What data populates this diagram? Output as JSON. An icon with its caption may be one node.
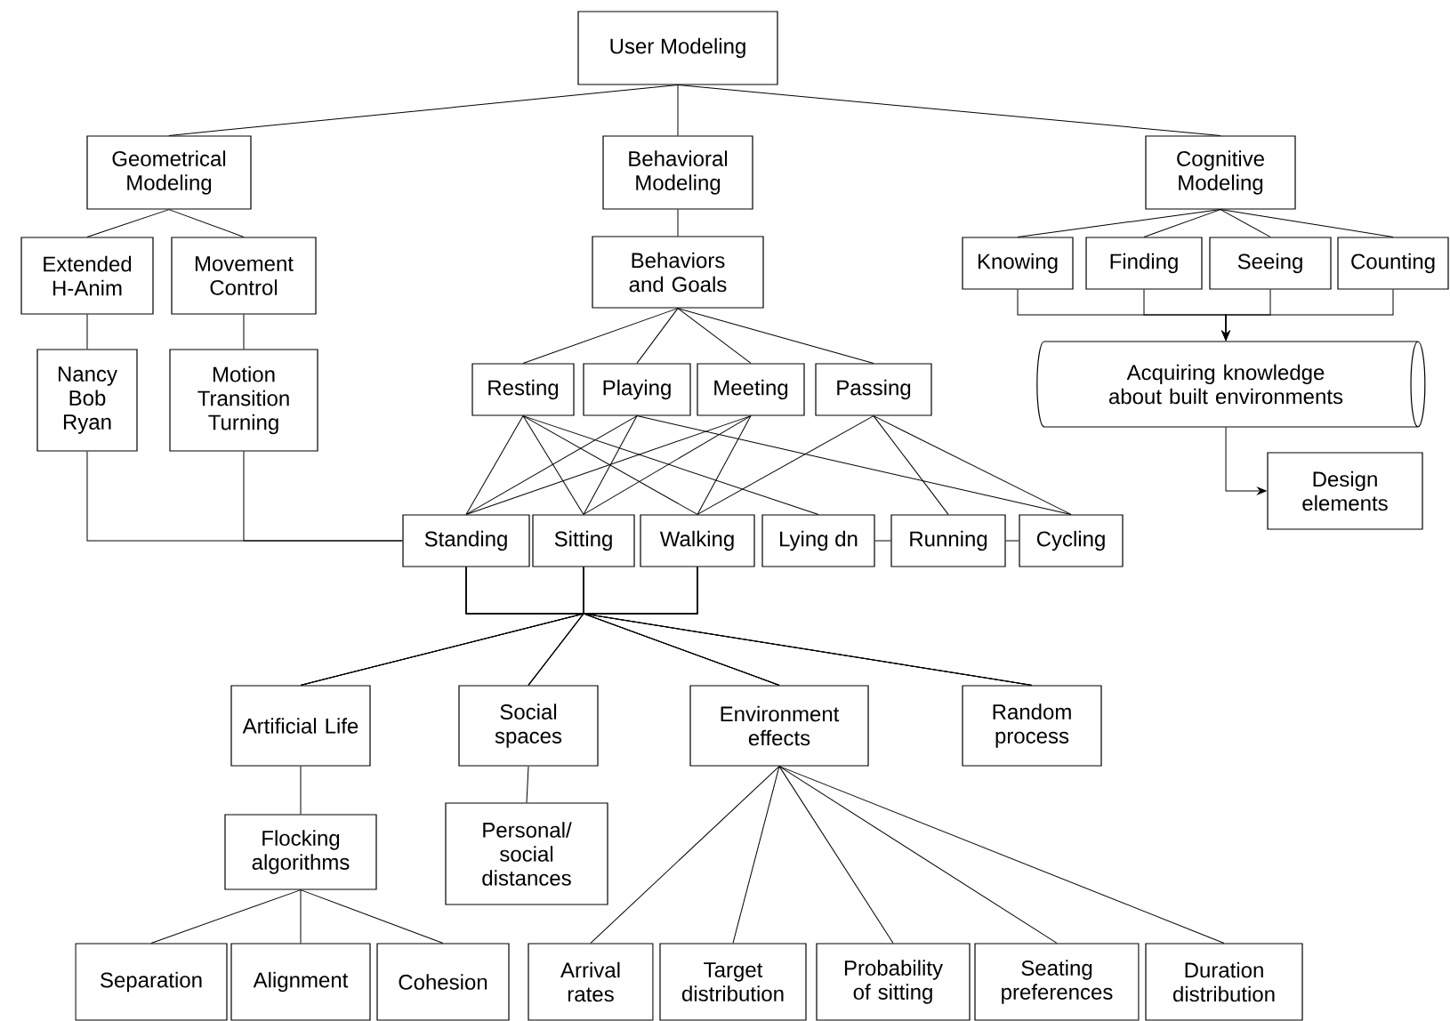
{
  "diagram": {
    "nodes": [
      {
        "text": [
          "User Modeling"
        ]
      },
      {
        "text": [
          "Geometrical Modeling"
        ]
      },
      {
        "text": [
          "Behavioral Modeling"
        ]
      },
      {
        "text": [
          "Cognitive Modeling"
        ]
      },
      {
        "text": [
          "Extended H-Anim"
        ]
      },
      {
        "text": [
          "Movement Control"
        ]
      },
      {
        "text": [
          "Nancy Bob Ryan"
        ]
      },
      {
        "text": [
          "Motion Transition Turning"
        ]
      },
      {
        "text": [
          "Behaviors and Goals"
        ]
      },
      {
        "text": [
          "Knowing"
        ]
      },
      {
        "text": [
          "Finding"
        ]
      },
      {
        "text": [
          "Seeing"
        ]
      },
      {
        "text": [
          "Counting"
        ]
      },
      {
        "text": [
          "Acquiring knowledge about built environments"
        ]
      },
      {
        "text": [
          "Design elements"
        ]
      },
      {
        "text": [
          "Resting"
        ]
      },
      {
        "text": [
          "Playing"
        ]
      },
      {
        "text": [
          "Meeting"
        ]
      },
      {
        "text": [
          "Passing"
        ]
      },
      {
        "text": [
          "Standing"
        ]
      },
      {
        "text": [
          "Sitting"
        ]
      },
      {
        "text": [
          "Walking"
        ]
      },
      {
        "text": [
          "Lying dn"
        ]
      },
      {
        "text": [
          "Running"
        ]
      },
      {
        "text": [
          "Cycling"
        ]
      },
      {
        "text": [
          "Artificial Life"
        ]
      },
      {
        "text": [
          "Social spaces"
        ]
      },
      {
        "text": [
          "Environment effects"
        ]
      },
      {
        "text": [
          "Random process"
        ]
      },
      {
        "text": [
          "Flocking algorithms"
        ]
      },
      {
        "text": [
          "Personal/ social distances"
        ]
      },
      {
        "text": [
          "Separation"
        ]
      },
      {
        "text": [
          "Alignment"
        ]
      },
      {
        "text": [
          "Cohesion"
        ]
      },
      {
        "text": [
          "Arrival rates"
        ]
      },
      {
        "text": [
          "Target distribution"
        ]
      },
      {
        "text": [
          "Probability of sitting"
        ]
      },
      {
        "text": [
          "Seating preferences"
        ]
      },
      {
        "text": [
          "Duration distribution"
        ]
      }
    ],
    "edges": [
      {
        "from": 0,
        "to": 1,
        "arrow": "none"
      },
      {
        "from": 0,
        "to": 2,
        "arrow": "none"
      },
      {
        "from": 0,
        "to": 3,
        "arrow": "none"
      },
      {
        "from": 1,
        "to": 4,
        "arrow": "none"
      },
      {
        "from": 1,
        "to": 5,
        "arrow": "none"
      },
      {
        "from": 2,
        "to": 8,
        "arrow": "none"
      },
      {
        "from": 3,
        "to": 9,
        "arrow": "none"
      },
      {
        "from": 3,
        "to": 10,
        "arrow": "none"
      },
      {
        "from": 3,
        "to": 11,
        "arrow": "none"
      },
      {
        "from": 3,
        "to": 12,
        "arrow": "none"
      },
      {
        "from": 4,
        "to": 6,
        "arrow": "none"
      },
      {
        "from": 5,
        "to": 7,
        "arrow": "none"
      },
      {
        "from": 8,
        "to": 15,
        "arrow": "none"
      },
      {
        "from": 8,
        "to": 16,
        "arrow": "none"
      },
      {
        "from": 8,
        "to": 17,
        "arrow": "none"
      },
      {
        "from": 8,
        "to": 18,
        "arrow": "none"
      },
      {
        "from": 9,
        "to": 13,
        "arrow": "to"
      },
      {
        "from": 10,
        "to": 13,
        "arrow": "to"
      },
      {
        "from": 11,
        "to": 13,
        "arrow": "to"
      },
      {
        "from": 12,
        "to": 13,
        "arrow": "to"
      },
      {
        "from": 13,
        "to": 14,
        "arrow": "to"
      },
      {
        "from": 6,
        "to": 19,
        "arrow": "none"
      },
      {
        "from": 7,
        "to": 19,
        "arrow": "none"
      },
      {
        "from": 15,
        "to": 19,
        "arrow": "none"
      },
      {
        "from": 15,
        "to": 20,
        "arrow": "none"
      },
      {
        "from": 15,
        "to": 21,
        "arrow": "none"
      },
      {
        "from": 15,
        "to": 22,
        "arrow": "none"
      },
      {
        "from": 16,
        "to": 19,
        "arrow": "none"
      },
      {
        "from": 16,
        "to": 20,
        "arrow": "none"
      },
      {
        "from": 16,
        "to": 24,
        "arrow": "none"
      },
      {
        "from": 17,
        "to": 19,
        "arrow": "none"
      },
      {
        "from": 17,
        "to": 20,
        "arrow": "none"
      },
      {
        "from": 17,
        "to": 21,
        "arrow": "none"
      },
      {
        "from": 18,
        "to": 21,
        "arrow": "none"
      },
      {
        "from": 18,
        "to": 23,
        "arrow": "none"
      },
      {
        "from": 18,
        "to": 24,
        "arrow": "none"
      },
      {
        "from": 22,
        "to": 23,
        "arrow": "none"
      },
      {
        "from": 23,
        "to": 24,
        "arrow": "none"
      },
      {
        "from": 19,
        "to": 25,
        "arrow": "none"
      },
      {
        "from": 19,
        "to": 26,
        "arrow": "none"
      },
      {
        "from": 19,
        "to": 27,
        "arrow": "none"
      },
      {
        "from": 19,
        "to": 28,
        "arrow": "none"
      },
      {
        "from": 20,
        "to": 25,
        "arrow": "none"
      },
      {
        "from": 20,
        "to": 26,
        "arrow": "none"
      },
      {
        "from": 20,
        "to": 27,
        "arrow": "none"
      },
      {
        "from": 20,
        "to": 28,
        "arrow": "none"
      },
      {
        "from": 21,
        "to": 25,
        "arrow": "none"
      },
      {
        "from": 21,
        "to": 26,
        "arrow": "none"
      },
      {
        "from": 21,
        "to": 27,
        "arrow": "none"
      },
      {
        "from": 21,
        "to": 28,
        "arrow": "none"
      },
      {
        "from": 25,
        "to": 29,
        "arrow": "none"
      },
      {
        "from": 26,
        "to": 30,
        "arrow": "none"
      },
      {
        "from": 27,
        "to": 34,
        "arrow": "none"
      },
      {
        "from": 27,
        "to": 35,
        "arrow": "none"
      },
      {
        "from": 27,
        "to": 36,
        "arrow": "none"
      },
      {
        "from": 27,
        "to": 37,
        "arrow": "none"
      },
      {
        "from": 27,
        "to": 38,
        "arrow": "none"
      },
      {
        "from": 29,
        "to": 31,
        "arrow": "none"
      },
      {
        "from": 29,
        "to": 32,
        "arrow": "none"
      },
      {
        "from": 29,
        "to": 33,
        "arrow": "none"
      }
    ]
  }
}
